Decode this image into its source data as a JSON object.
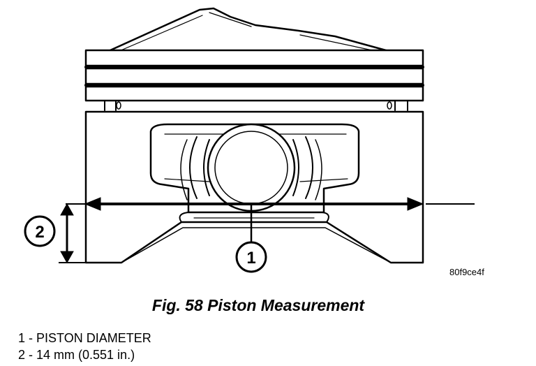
{
  "figure": {
    "code": "80f9ce4f",
    "caption": "Fig. 58 Piston Measurement",
    "callouts": [
      {
        "number": "1",
        "label": "1 - PISTON DIAMETER"
      },
      {
        "number": "2",
        "label": "2 - 14 mm (0.551 in.)"
      }
    ]
  }
}
